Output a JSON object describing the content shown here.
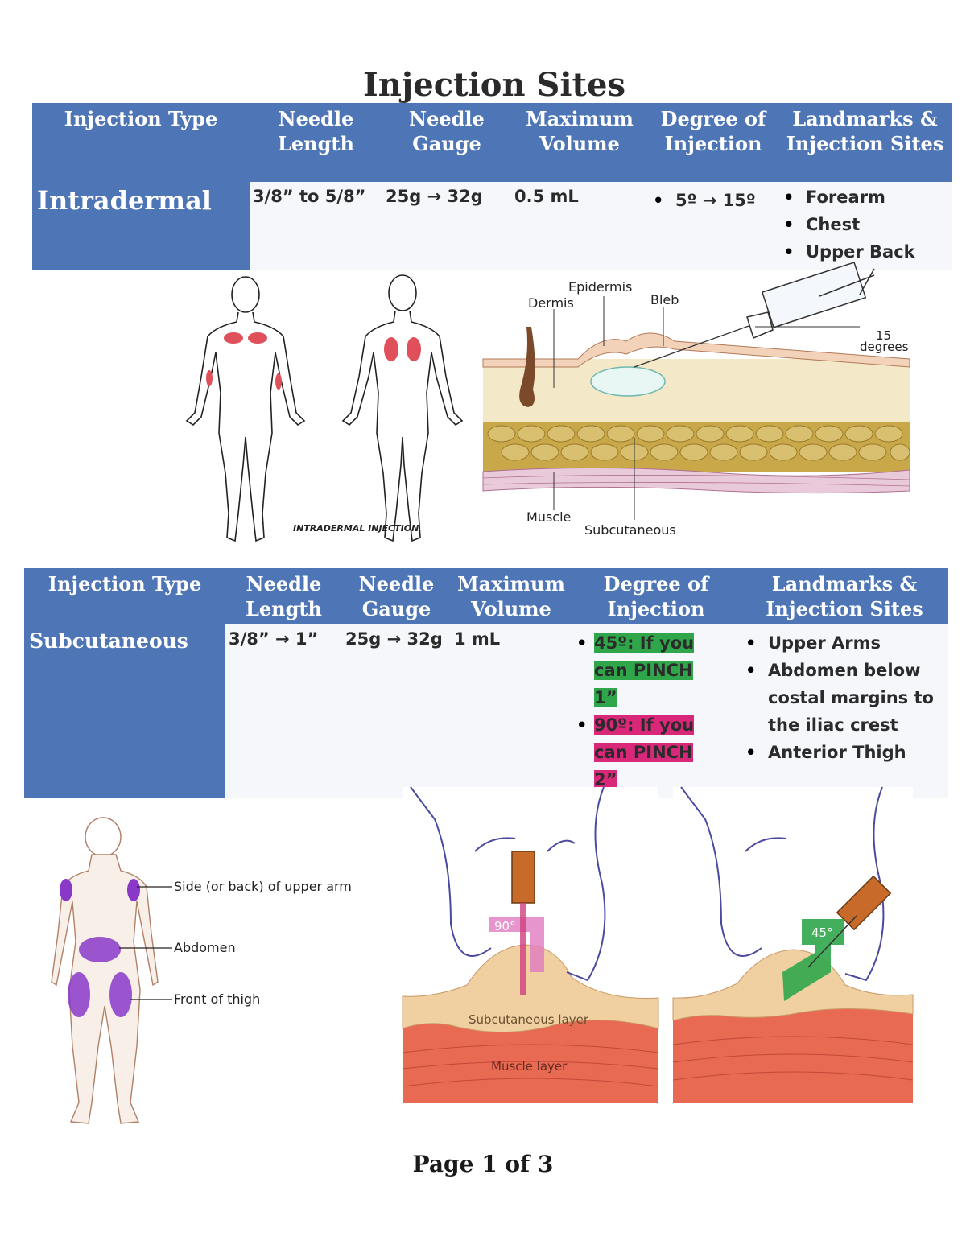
{
  "title": "Injection Sites",
  "headers": [
    "Injection Type",
    "Needle Length",
    "Needle Gauge",
    "Maximum Volume",
    "Degree of Injection",
    "Landmarks & Injection Sites"
  ],
  "intradermal": {
    "type": "Intradermal",
    "length": "3/8” to 5/8”",
    "gauge": "25g → 32g",
    "volume": "0.5 mL",
    "degree": "5º → 15º",
    "sites": [
      "Forearm",
      "Chest",
      "Upper Back"
    ]
  },
  "intradermal_figure": {
    "body_caption": "INTRADERMAL INJECTION",
    "labels": {
      "epidermis": "Epidermis",
      "dermis": "Dermis",
      "bleb": "Bleb",
      "degrees_value": "15",
      "degrees_unit": "degrees",
      "muscle": "Muscle",
      "subcutaneous": "Subcutaneous"
    }
  },
  "subcutaneous": {
    "type": "Subcutaneous",
    "length": "3/8” → 1”",
    "gauge": "25g → 32g",
    "volume": "1 mL",
    "degree_1": "45º: If you can PINCH 1”",
    "degree_2": "90º: If you can PINCH 2”",
    "sites": [
      "Upper Arms",
      "Abdomen below costal margins to the iliac crest",
      "Anterior Thigh"
    ]
  },
  "subcutaneous_figure": {
    "site_labels": {
      "arm": "Side (or back) of upper arm",
      "abdomen": "Abdomen",
      "thigh": "Front of thigh"
    },
    "angle_90": "90°",
    "angle_45": "45°",
    "subq_layer": "Subcutaneous layer",
    "muscle_layer": "Muscle layer"
  },
  "footer": "Page 1 of 3",
  "colors": {
    "header_blue": "#4e75b6",
    "highlight_green": "#2fa64a",
    "highlight_pink": "#d9277a",
    "site_red": "#e0505a",
    "site_purple": "#8a38c8"
  }
}
